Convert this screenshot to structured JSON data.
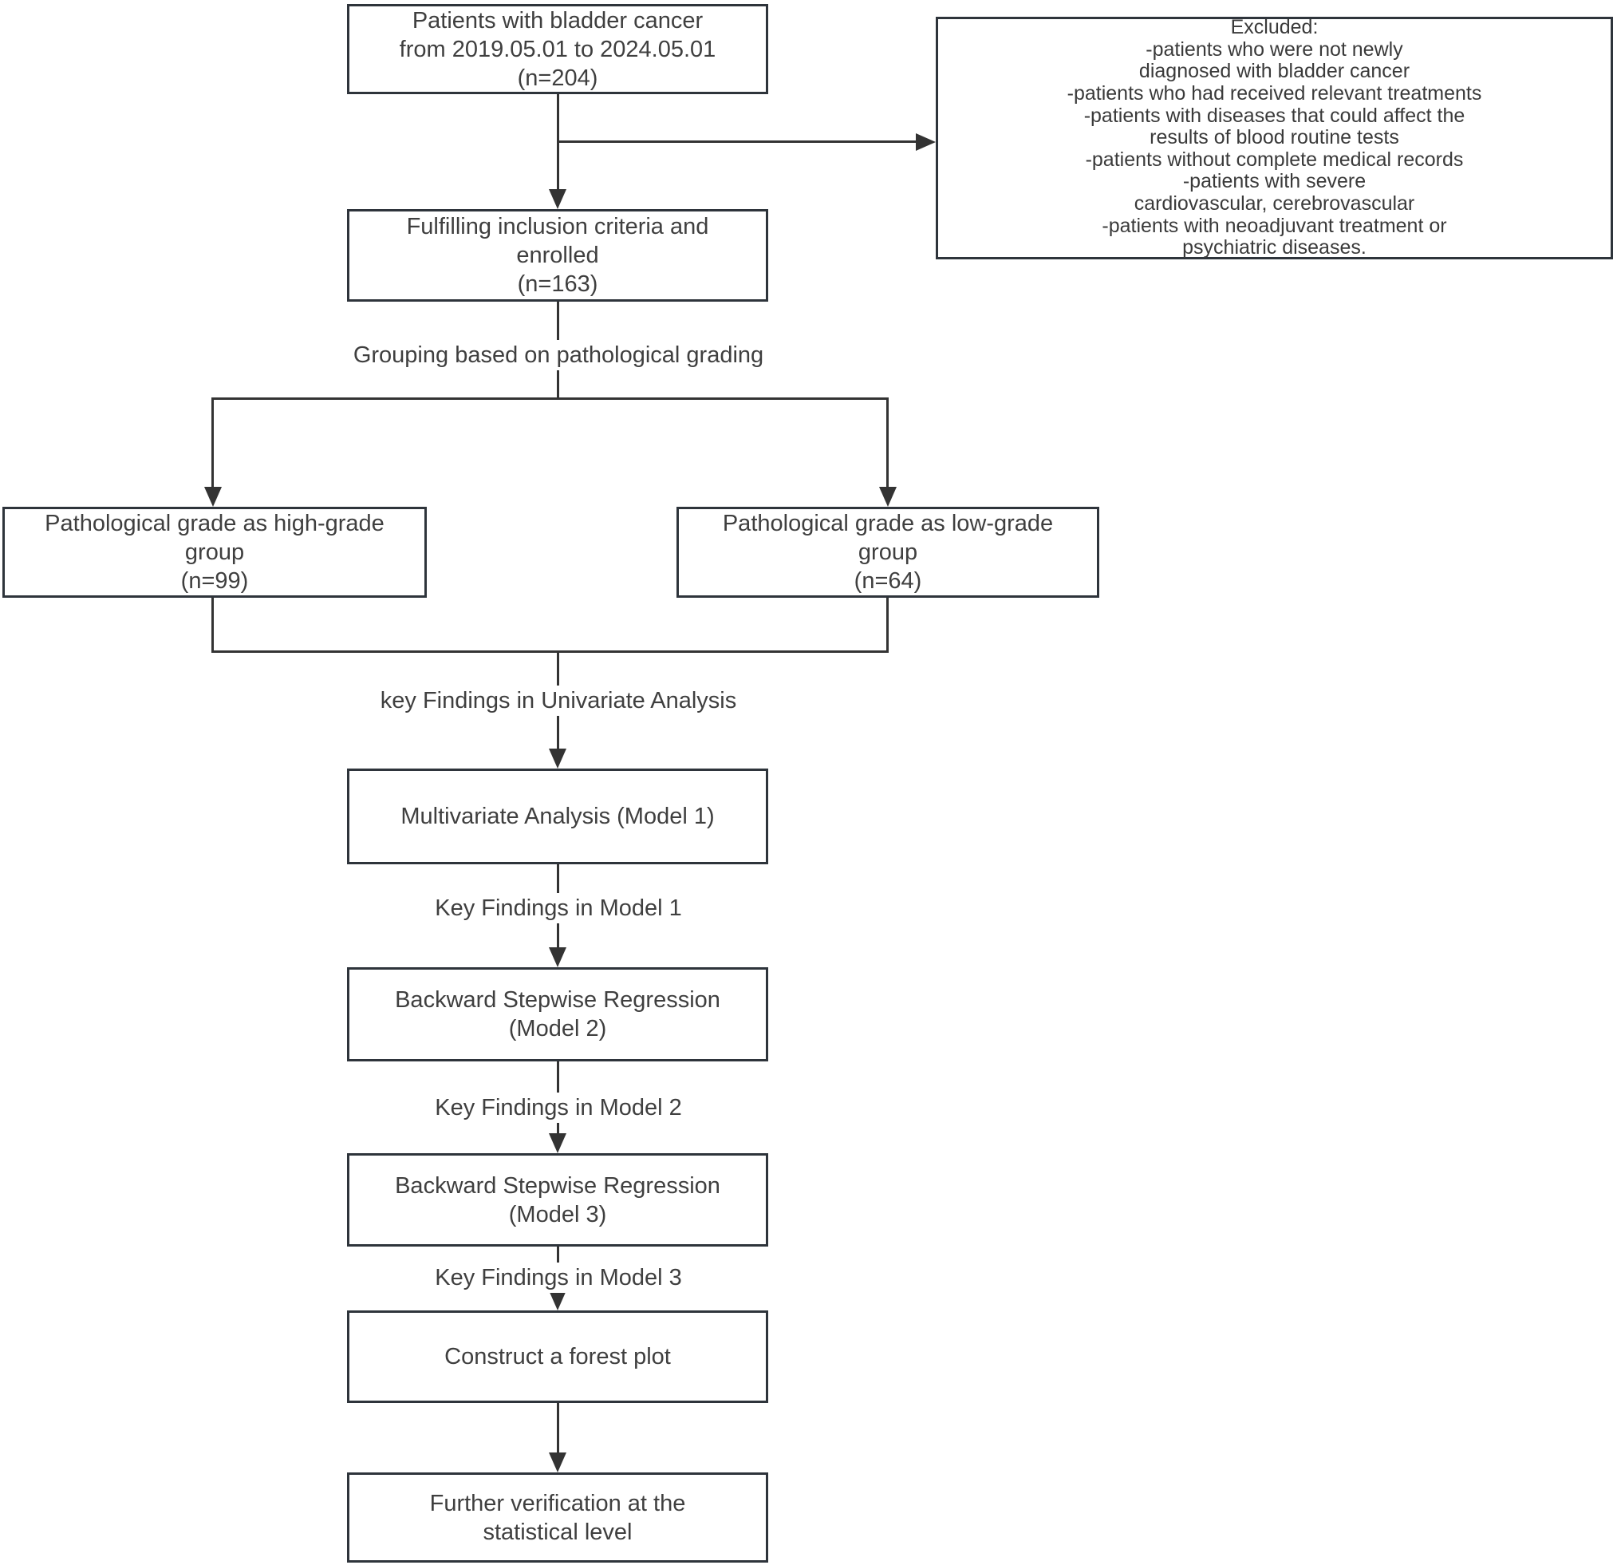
{
  "flowchart": {
    "colors": {
      "line": "#333333",
      "box_border": "#2e343b",
      "text": "#3f3f3f",
      "background": "#ffffff"
    },
    "nodes": {
      "patients": {
        "text": "Patients with bladder cancer\nfrom 2019.05.01 to 2024.05.01\n(n=204)"
      },
      "excluded": {
        "text": "Excluded:\n-patients who were not newly\ndiagnosed with bladder cancer\n-patients who had received relevant treatments\n-patients with diseases that could affect the\nresults of blood routine tests\n-patients without complete medical records\n-patients with severe\ncardiovascular, cerebrovascular\n-patients with neoadjuvant treatment or\npsychiatric diseases."
      },
      "enrolled": {
        "text": "Fulfilling inclusion criteria and\nenrolled\n(n=163)"
      },
      "high_grade": {
        "text": "Pathological grade as high-grade\ngroup\n(n=99)"
      },
      "low_grade": {
        "text": "Pathological grade as low-grade\ngroup\n(n=64)"
      },
      "model1": {
        "text": "Multivariate Analysis (Model 1)"
      },
      "model2": {
        "text": "Backward Stepwise Regression\n(Model 2)"
      },
      "model3": {
        "text": "Backward Stepwise Regression\n(Model 3)"
      },
      "forest_plot": {
        "text": "Construct a forest plot"
      },
      "verification": {
        "text": "Further verification at the\nstatistical level"
      }
    },
    "edge_labels": {
      "grouping": "Grouping based on pathological grading",
      "univariate": "key Findings in Univariate Analysis",
      "model1_findings": "Key Findings in Model 1",
      "model2_findings": "Key Findings in Model 2",
      "model3_findings": "Key Findings in Model 3"
    }
  }
}
